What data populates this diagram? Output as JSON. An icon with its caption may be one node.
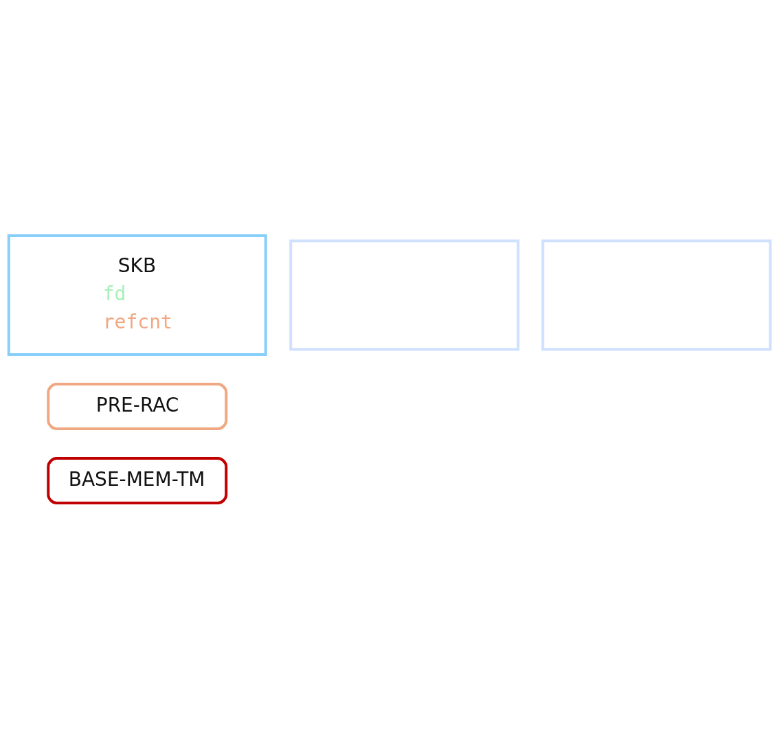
{
  "diagram": {
    "nodes": [
      {
        "text": [],
        "shape": "box"
      },
      {
        "text": [],
        "shape": "box"
      },
      {
        "text": [
          "SKB",
          "fd",
          "refcnt"
        ]
      },
      {
        "text": [
          "PRE-RAC"
        ]
      },
      {
        "text": [
          "BASE-MEM-TM"
        ]
      }
    ],
    "edges": []
  }
}
